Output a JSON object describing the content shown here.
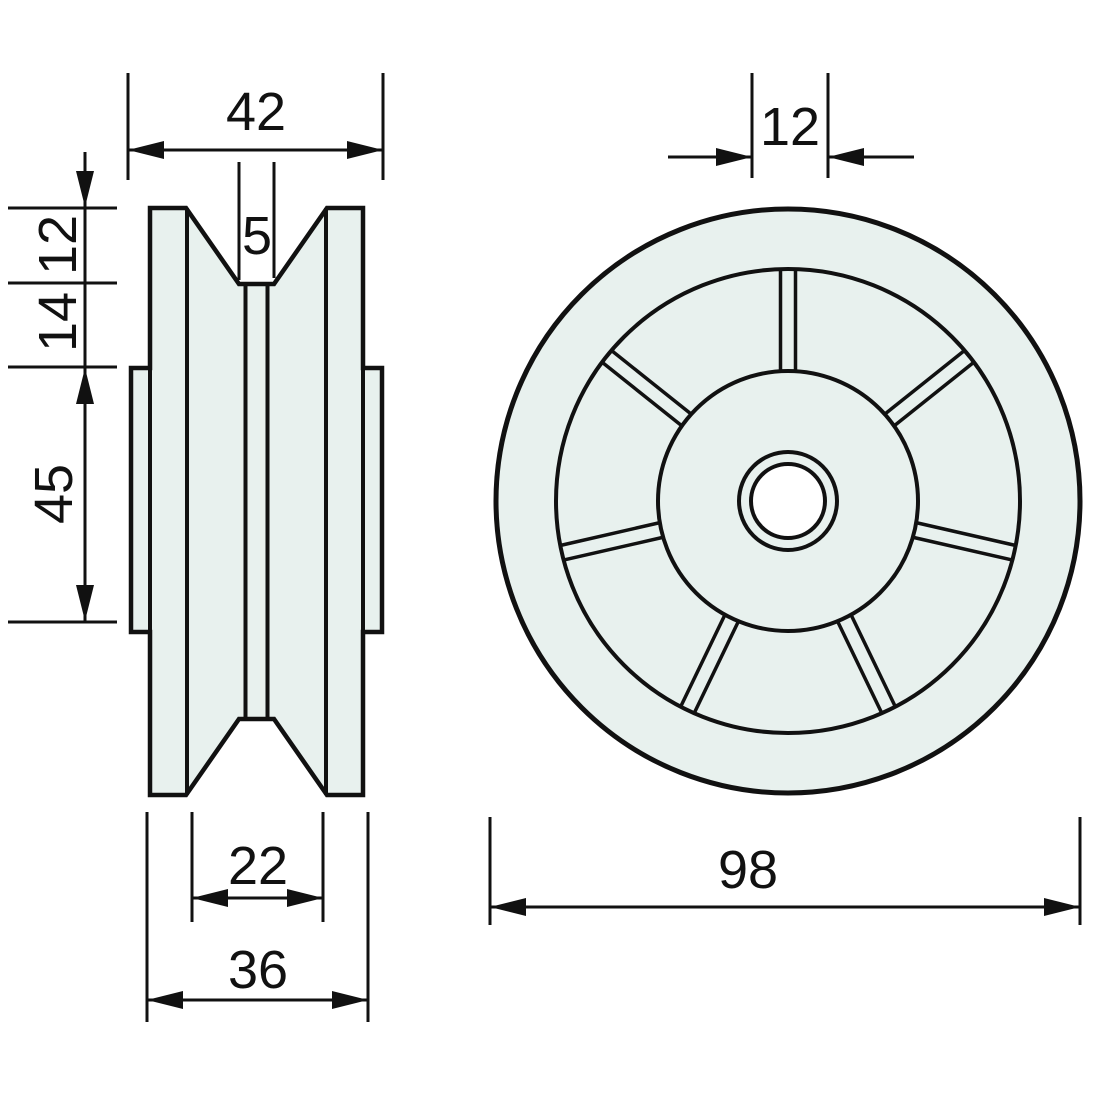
{
  "drawing": {
    "type": "technical-dimension-drawing",
    "subject": "v-groove pulley",
    "background_color": "#ffffff",
    "line_color": "#111111",
    "part_fill_color": "#e8f1ee",
    "bore_fill_color": "#ffffff",
    "views": {
      "side_view": {
        "name": "side cross-section view",
        "dimensions": {
          "overall_width": "42",
          "groove_bottom_width": "5",
          "groove_depth": "12",
          "rim_to_hub": "14",
          "hub_diameter": "45",
          "inner_width": "22",
          "flange_width": "36"
        }
      },
      "front_view": {
        "name": "front view",
        "spoke_count": 7,
        "dimensions": {
          "bore_diameter": "12",
          "outer_diameter": "98"
        }
      }
    }
  }
}
